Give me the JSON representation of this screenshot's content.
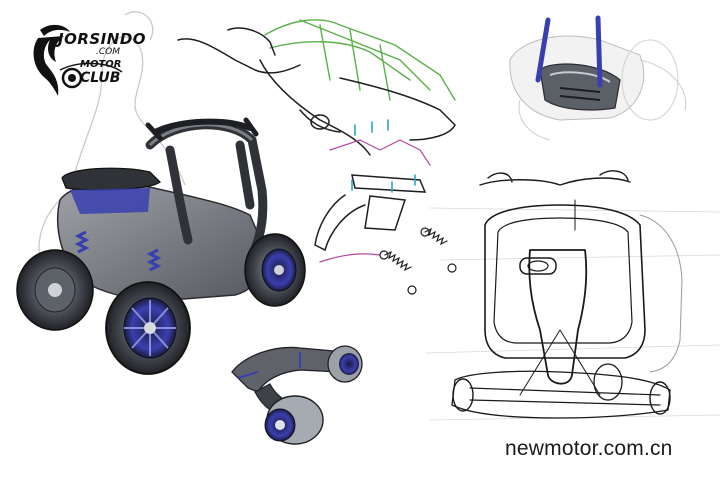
{
  "logo": {
    "line1": "JORSINDO",
    "line2": ".COM",
    "line3": "MOTOR",
    "line4": "CLUB"
  },
  "watermark": "newmotor.com.cn",
  "colors": {
    "accent_blue": "#3a3fb0",
    "body_grey": "#6f7378",
    "dark_grey": "#2f3237",
    "frame_green": "#5bb04a",
    "bolt_cyan": "#2aa6c8",
    "outline_magenta": "#b04aa0"
  }
}
